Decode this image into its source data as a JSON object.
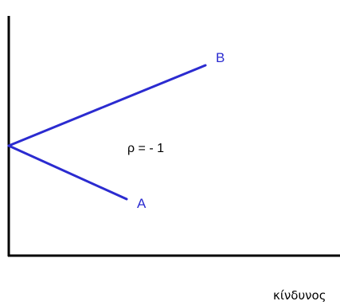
{
  "diagram": {
    "point_labels": {
      "a": "A",
      "b": "B"
    },
    "correlation_label": "ρ = - 1",
    "x_axis_label": "κίνδυνος",
    "colors": {
      "lines": "#2b2bd0",
      "axes": "#000000",
      "background": "#ffffff"
    }
  }
}
